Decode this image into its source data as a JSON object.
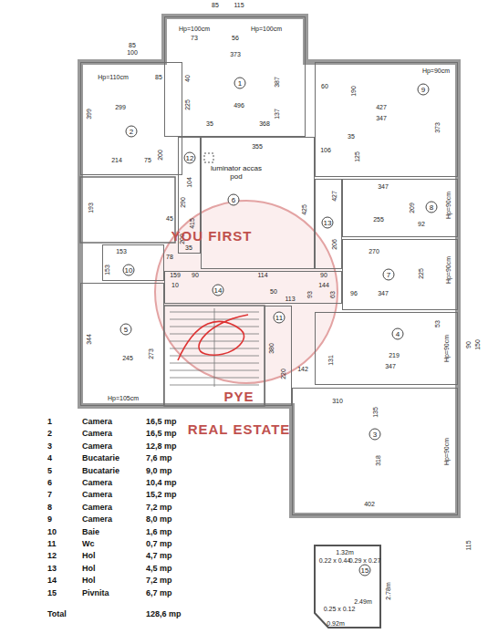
{
  "diagram": {
    "nodes": [
      {
        "text": [
          "1"
        ]
      },
      {
        "text": [
          "2"
        ]
      },
      {
        "text": [
          "3"
        ]
      },
      {
        "text": [
          "4"
        ]
      },
      {
        "text": [
          "5"
        ]
      },
      {
        "text": [
          "6",
          "luminator accas pod"
        ]
      },
      {
        "text": [
          "7"
        ]
      },
      {
        "text": [
          "8"
        ]
      },
      {
        "text": [
          "9"
        ]
      },
      {
        "text": [
          "10"
        ]
      },
      {
        "text": [
          "11"
        ]
      },
      {
        "text": [
          "12"
        ]
      },
      {
        "text": [
          "13"
        ]
      },
      {
        "text": [
          "14"
        ]
      },
      {
        "text": [
          "15"
        ]
      }
    ],
    "labels": [
      "85",
      "115",
      "85",
      "100",
      "Hp=100cm",
      "Hp=100cm",
      "73",
      "56",
      "373",
      "40",
      "225",
      "387",
      "496",
      "35",
      "368",
      "137",
      "Hp=110cm",
      "85",
      "399",
      "299",
      "214",
      "75",
      "200",
      "193",
      "104",
      "290",
      "415",
      "200",
      "45",
      "78",
      "35",
      "355",
      "425",
      "Hp=90cm",
      "60",
      "190",
      "427",
      "347",
      "373",
      "106",
      "125",
      "35",
      "427",
      "206",
      "347",
      "255",
      "209",
      "92",
      "Hp=90cm",
      "270",
      "225",
      "347",
      "96",
      "Hp=90cm",
      "153",
      "153",
      "159",
      "90",
      "114",
      "90",
      "144",
      "93",
      "63",
      "113",
      "50",
      "10",
      "344",
      "245",
      "273",
      "Hp=105cm",
      "380",
      "220",
      "142",
      "131",
      "219",
      "347",
      "Hp=90cm",
      "53",
      "90",
      "150",
      "310",
      "135",
      "318",
      "402",
      "Hp=90cm",
      "115",
      "1.32m",
      "0.22 x 0.44",
      "0.29 x 0.27",
      "2.78m",
      "0.25 x 0.12",
      "2.49m",
      "0.92m",
      "YOU FIRST",
      "PYE",
      "REAL ESTATE",
      "1",
      "Camera",
      "16,5 mp",
      "2",
      "Camera",
      "16,5 mp",
      "3",
      "Camera",
      "12,8 mp",
      "4",
      "Bucatarie",
      "7,6 mp",
      "5",
      "Bucatarie",
      "9,0 mp",
      "6",
      "Camera",
      "10,4 mp",
      "7",
      "Camera",
      "15,2 mp",
      "8",
      "Camera",
      "7,2 mp",
      "9",
      "Camera",
      "8,0 mp",
      "10",
      "Baie",
      "1,6 mp",
      "11",
      "Wc",
      "0,7 mp",
      "12",
      "Hol",
      "4,7 mp",
      "13",
      "Hol",
      "4,5 mp",
      "14",
      "Hol",
      "7,2 mp",
      "15",
      "Pivnita",
      "6,7 mp",
      "Total",
      "128,6 mp"
    ]
  }
}
